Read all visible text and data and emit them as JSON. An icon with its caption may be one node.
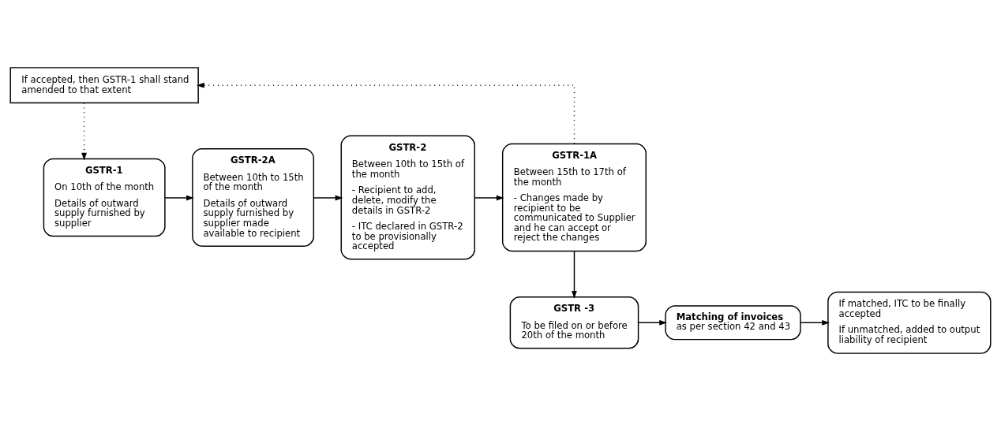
{
  "diagram": {
    "nodes": [
      {
        "text": [
          "If accepted, then GSTR-1 shall stand amended to that extent"
        ]
      },
      {
        "text": [
          "GSTR-1",
          "On 10th of the month",
          "Details of outward supply furnished by supplier"
        ]
      },
      {
        "text": [
          "GSTR-2A",
          "Between 10th to 15th of the month",
          "Details of outward supply furnished by supplier made available to recipient"
        ]
      },
      {
        "text": [
          "GSTR-2",
          "Between 10th to 15th of the month",
          "- Recipient to add, delete, modify the details in GSTR-2",
          "- ITC declared in GSTR-2 to be provisionally accepted"
        ]
      },
      {
        "text": [
          "GSTR-1A",
          "Between 15th to 17th of the month",
          "- Changes made by recipient to be communicated to Supplier and he can accept or reject the changes"
        ]
      },
      {
        "text": [
          "GSTR -3",
          "To be filed on or before 20th of the month"
        ]
      },
      {
        "text": [
          "**Matching of invoices** as per section 42 and 43"
        ]
      },
      {
        "text": [
          "If matched, ITC to be finally accepted",
          "If unmatched, added to output liability of recipient"
        ]
      }
    ],
    "edges": [
      {
        "from": 4,
        "to": 0,
        "arrow": "to",
        "style": "dashed"
      },
      {
        "from": 0,
        "to": 1,
        "arrow": "to",
        "style": "dashed"
      },
      {
        "from": 1,
        "to": 2,
        "arrow": "to"
      },
      {
        "from": 2,
        "to": 3,
        "arrow": "to"
      },
      {
        "from": 3,
        "to": 4,
        "arrow": "to"
      },
      {
        "from": 4,
        "to": 5,
        "arrow": "to"
      },
      {
        "from": 5,
        "to": 6,
        "arrow": "to"
      },
      {
        "from": 6,
        "to": 7,
        "arrow": "to"
      }
    ]
  }
}
